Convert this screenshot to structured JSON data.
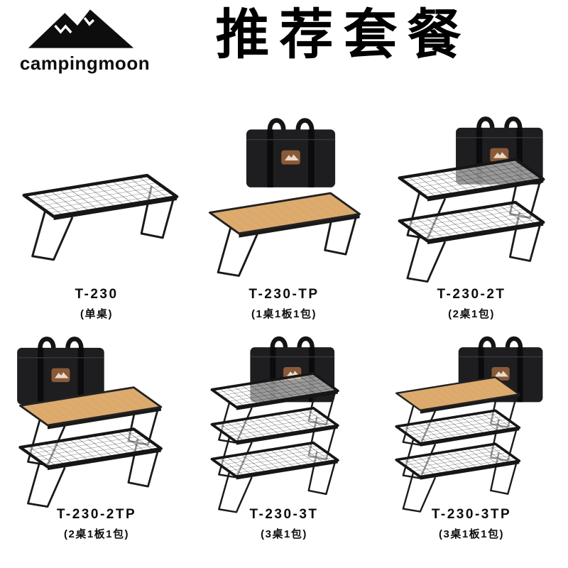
{
  "brand": {
    "name": "campingmoon",
    "logo_icon": "mountain-icon"
  },
  "title": "推荐套餐",
  "products": [
    {
      "code": "T-230",
      "desc": "(单桌)",
      "items": [
        "mesh-table-icon"
      ]
    },
    {
      "code": "T-230-TP",
      "desc": "(1桌1板1包)",
      "items": [
        "carry-bag-icon",
        "wood-table-icon"
      ]
    },
    {
      "code": "T-230-2T",
      "desc": "(2桌1包)",
      "items": [
        "carry-bag-icon",
        "mesh-table-icon",
        "mesh-table-icon"
      ]
    },
    {
      "code": "T-230-2TP",
      "desc": "(2桌1板1包)",
      "items": [
        "carry-bag-icon",
        "wood-table-icon",
        "mesh-table-icon"
      ]
    },
    {
      "code": "T-230-3T",
      "desc": "(3桌1包)",
      "items": [
        "carry-bag-icon",
        "mesh-table-icon",
        "mesh-table-icon",
        "mesh-table-icon"
      ]
    },
    {
      "code": "T-230-3TP",
      "desc": "(3桌1板1包)",
      "items": [
        "carry-bag-icon",
        "wood-table-icon",
        "mesh-table-icon",
        "mesh-table-icon"
      ]
    }
  ],
  "colors": {
    "text": "#111111",
    "frame_black": "#161616",
    "wood_top": "#ddab6e",
    "wood_grain": "#c08f52",
    "bag_body": "#1e1e21",
    "bag_patch": "#8a5a38"
  }
}
